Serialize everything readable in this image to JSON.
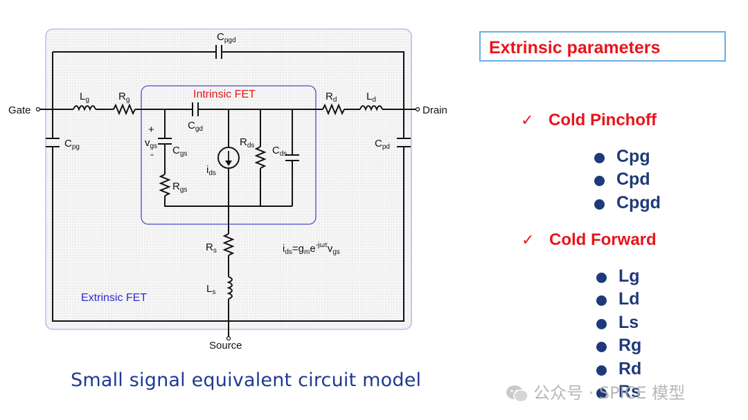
{
  "circuit": {
    "nodes": {
      "gate": "Gate",
      "drain": "Drain",
      "source": "Source"
    },
    "boxes": {
      "intrinsic": "Intrinsic FET",
      "extrinsic": "Extrinsic FET"
    },
    "equation": {
      "lhs": "i",
      "lhs_sub": "ds",
      "mid": "=g",
      "mid_sub": "m",
      "e": "e",
      "e_sup": "-jωτ",
      "v": "v",
      "v_sub": "gs"
    },
    "components": {
      "Cpgd": {
        "main": "C",
        "sub": "pgd"
      },
      "Lg": {
        "main": "L",
        "sub": "g"
      },
      "Rg": {
        "main": "R",
        "sub": "g"
      },
      "Rd": {
        "main": "R",
        "sub": "d"
      },
      "Ld": {
        "main": "L",
        "sub": "d"
      },
      "Cpg": {
        "main": "C",
        "sub": "pg"
      },
      "Cpd": {
        "main": "C",
        "sub": "pd"
      },
      "Cgd": {
        "main": "C",
        "sub": "gd"
      },
      "Cgs": {
        "main": "C",
        "sub": "gs"
      },
      "Rgs": {
        "main": "R",
        "sub": "gs"
      },
      "ids": {
        "main": "i",
        "sub": "ds"
      },
      "Rds": {
        "main": "R",
        "sub": "ds"
      },
      "Cds": {
        "main": "C",
        "sub": "ds"
      },
      "Rs": {
        "main": "R",
        "sub": "s"
      },
      "Ls": {
        "main": "L",
        "sub": "s"
      },
      "vgs": {
        "main": "v",
        "sub": "gs",
        "plus": "+",
        "minus": "-"
      }
    }
  },
  "caption": "Small signal equivalent circuit model",
  "panel": {
    "title": "Extrinsic parameters",
    "check": "✓",
    "sections": [
      {
        "label": "Cold Pinchoff",
        "items": [
          "Cpg",
          "Cpd",
          "Cpgd"
        ]
      },
      {
        "label": "Cold Forward",
        "items": [
          "Lg",
          "Ld",
          "Ls",
          "Rg",
          "Rd",
          "Rs"
        ]
      }
    ]
  },
  "watermark": "公众号 · SPICE 模型",
  "colors": {
    "accent_red": "#e8141b",
    "navy": "#1f3a7a",
    "box_blue": "#3b3bd6",
    "title_border": "#6aaee0"
  }
}
